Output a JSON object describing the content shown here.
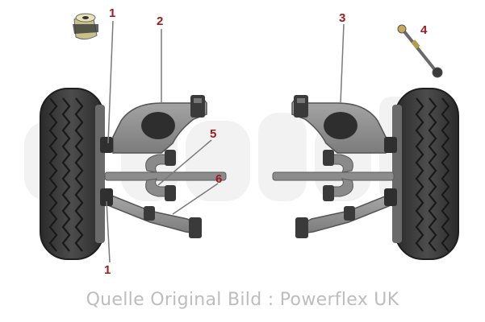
{
  "callouts": {
    "c1_top": "1",
    "c2": "2",
    "c3": "3",
    "c4": "4",
    "c5": "5",
    "c6": "6",
    "c1_bottom": "1"
  },
  "caption": "Quelle Original Bild : Powerflex UK",
  "colors": {
    "callout": "#9c1c20",
    "tyre": "#3e3e3e",
    "tread": "#1c1c1c",
    "arm": "#8e8e8e",
    "bush": "#3a3a3a",
    "bracket": "#7a7a7a",
    "caption": "#bdbdbd",
    "watermark": "#f1f1f1"
  }
}
